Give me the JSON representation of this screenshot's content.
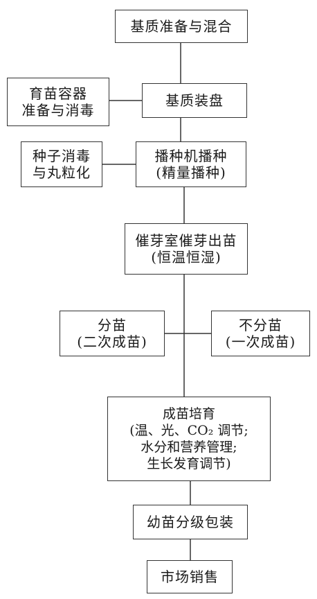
{
  "nodes": {
    "mix": {
      "lines": [
        "基质准备与混合"
      ]
    },
    "container": {
      "lines": [
        "育苗容器",
        "准备与消毒"
      ]
    },
    "tray": {
      "lines": [
        "基质装盘"
      ]
    },
    "seed": {
      "lines": [
        "种子消毒",
        "与丸粒化"
      ]
    },
    "sowing": {
      "lines": [
        "播种机播种",
        "(精量播种)"
      ]
    },
    "germination": {
      "lines": [
        "催芽室催芽出苗",
        "(恒温恒湿)"
      ]
    },
    "split": {
      "lines": [
        "分苗",
        "(二次成苗)"
      ]
    },
    "nosplit": {
      "lines": [
        "不分苗",
        "(一次成苗)"
      ]
    },
    "cultivation": {
      "lines": [
        "成苗培育",
        "(温、光、CO₂ 调节;",
        "水分和营养管理;",
        "生长发育调节)"
      ]
    },
    "grading": {
      "lines": [
        "幼苗分级包装"
      ]
    },
    "market": {
      "lines": [
        "市场销售"
      ]
    }
  }
}
